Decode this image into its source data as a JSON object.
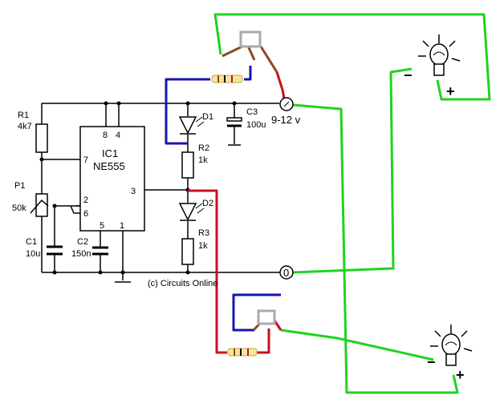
{
  "components": {
    "r1": {
      "name": "R1",
      "value": "4k7"
    },
    "p1": {
      "name": "P1",
      "value": "50k"
    },
    "c1": {
      "name": "C1",
      "value": "10u"
    },
    "c2": {
      "name": "C2",
      "value": "150n"
    },
    "c3": {
      "name": "C3",
      "value": "100u"
    },
    "ic1": {
      "name": "IC1",
      "part": "NE555"
    },
    "d1": {
      "name": "D1"
    },
    "d2": {
      "name": "D2"
    },
    "r2": {
      "name": "R2",
      "value": "1k"
    },
    "r3": {
      "name": "R3",
      "value": "1k"
    }
  },
  "pins": {
    "p8": "8",
    "p4": "4",
    "p7": "7",
    "p2": "2",
    "p6": "6",
    "p3": "3",
    "p5": "5",
    "p1": "1"
  },
  "supply": {
    "label": "9-12 v",
    "ground": "0"
  },
  "lamps": {
    "minus": "−",
    "plus": "+"
  },
  "copyright": "(c) Circuits Online",
  "colors": {
    "green": "#1fd31f",
    "blue": "#1515b0",
    "red": "#c8101e",
    "brown": "#8a4a22"
  }
}
